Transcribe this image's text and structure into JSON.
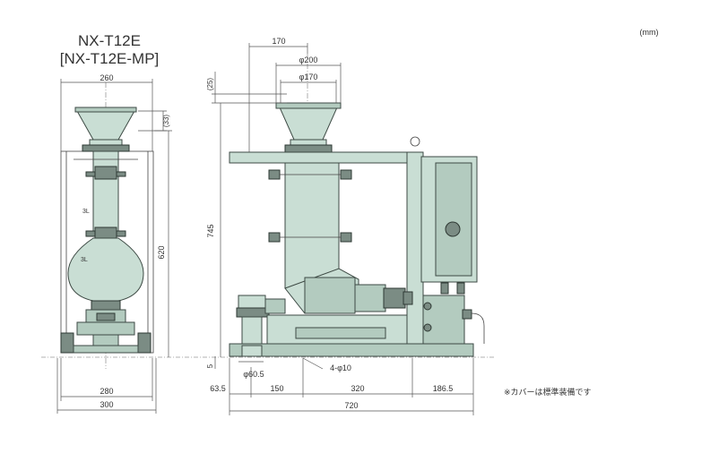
{
  "title": {
    "model": "NX-T12E",
    "variant": "[NX-T12E-MP]"
  },
  "unit_label": "(mm)",
  "note": "※カバーは標準装備です",
  "front_view": {
    "dim_top_width": "260",
    "dim_hopper_height": "(33)",
    "dim_height": "620",
    "dim_base_inner": "280",
    "dim_base_outer": "300",
    "label_upper_vessel": "3L",
    "label_lower_vessel": "3L"
  },
  "side_view": {
    "dim_offset_top": "170",
    "dim_hopper_dia_outer": "φ200",
    "dim_hopper_dia_inner": "φ170",
    "dim_hopper_lip": "(25)",
    "dim_height": "745",
    "dim_base_gap": "5",
    "dim_bolt_holes": "4-φ10",
    "dim_pipe_dia": "φ60.5",
    "dim_seg_1": "63.5",
    "dim_seg_2": "150",
    "dim_seg_3": "320",
    "dim_seg_4": "186.5",
    "dim_total_length": "720"
  },
  "colors": {
    "machine_body": "#c9ded4",
    "machine_shadow": "#b3cbbf",
    "outline": "#3d4a44"
  }
}
